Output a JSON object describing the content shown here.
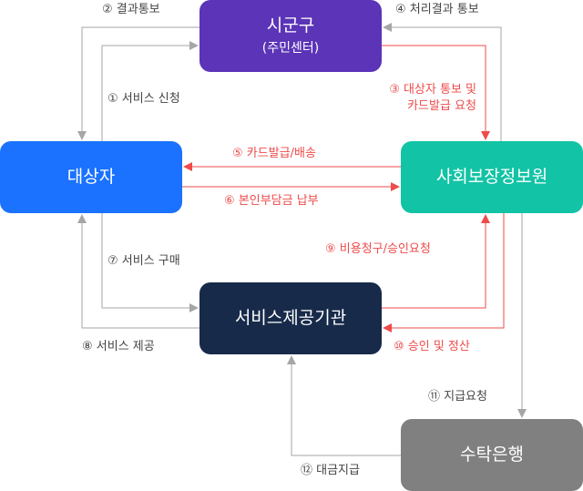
{
  "nodes": {
    "city": {
      "title": "시군구",
      "subtitle": "(주민센터)"
    },
    "target": {
      "title": "대상자"
    },
    "ssis": {
      "title": "사회보장정보원"
    },
    "provider": {
      "title": "서비스제공기관"
    },
    "bank": {
      "title": "수탁은행"
    }
  },
  "steps": {
    "s1": "① 서비스 신청",
    "s2": "② 결과통보",
    "s3_line1": "③ 대상자 통보 및",
    "s3_line2": "카드발급 요청",
    "s4": "④ 처리결과 통보",
    "s5": "⑤ 카드발급/배송",
    "s6": "⑥ 본인부담금 납부",
    "s7": "⑦ 서비스 구매",
    "s8": "⑧ 서비스 제공",
    "s9": "⑨ 비용청구/승인요청",
    "s10": "⑩ 승인 및 정산",
    "s11": "⑪ 지급요청",
    "s12": "⑫ 대금지급"
  },
  "colors": {
    "gray_arrow": "#a6a6a6",
    "red_arrow": "#ee4b4b",
    "city": "#5b34b7",
    "target": "#1a72ff",
    "ssis": "#12c3a5",
    "provider": "#172a4a",
    "bank": "#808080"
  }
}
